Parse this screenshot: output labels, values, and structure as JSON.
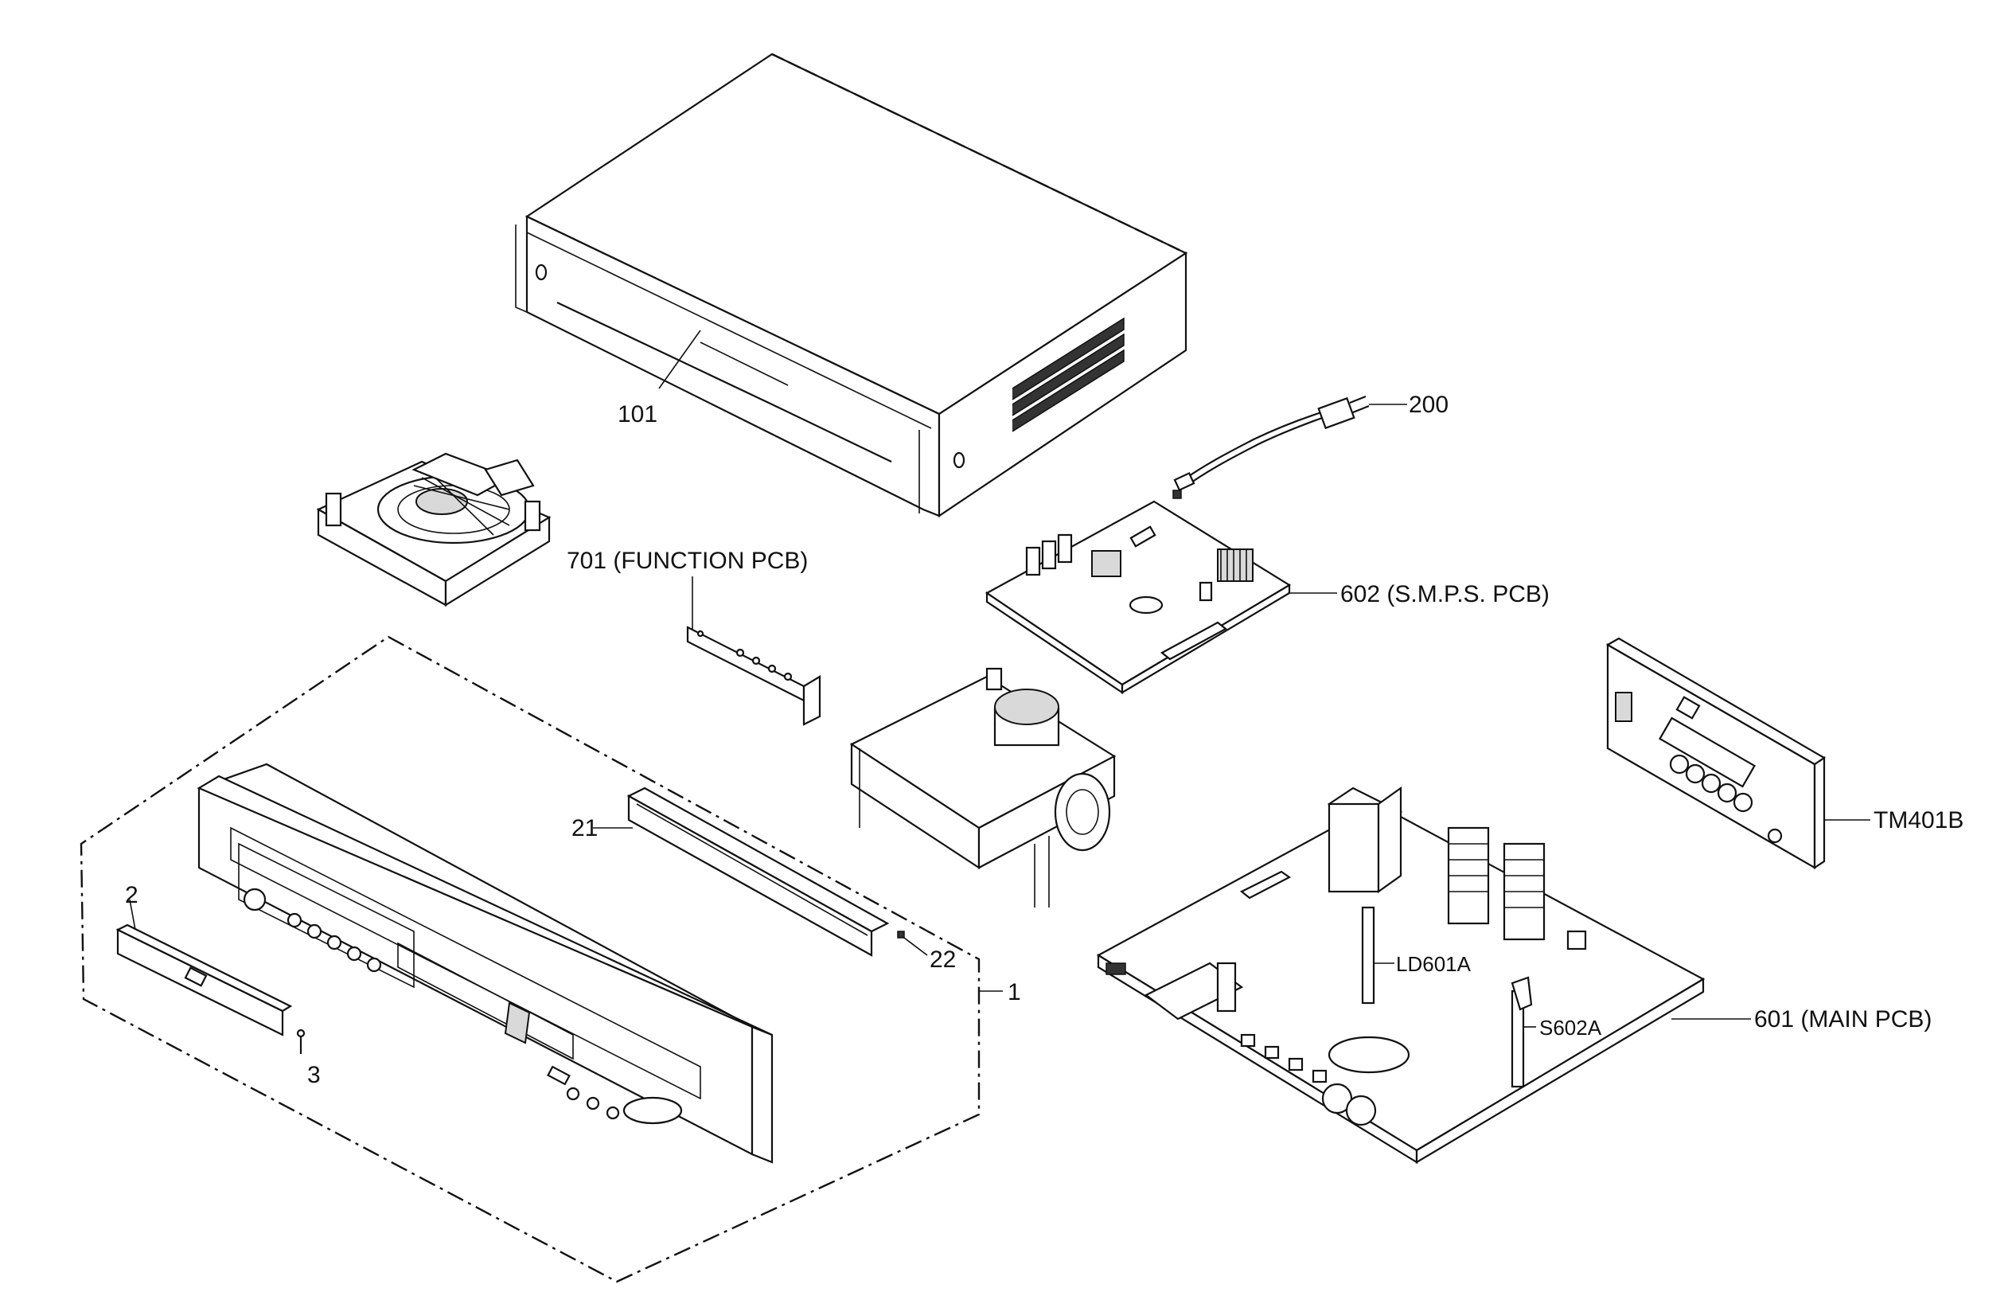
{
  "parts": {
    "p101": "101",
    "p200": "200",
    "p701": "701 (FUNCTION PCB)",
    "p602": "602 (S.M.P.S. PCB)",
    "tm401b": "TM401B",
    "p21": "21",
    "p2": "2",
    "p22": "22",
    "p1": "1",
    "p3": "3",
    "ld601a": "LD601A",
    "s602a": "S602A",
    "p601": "601 (MAIN PCB)"
  }
}
